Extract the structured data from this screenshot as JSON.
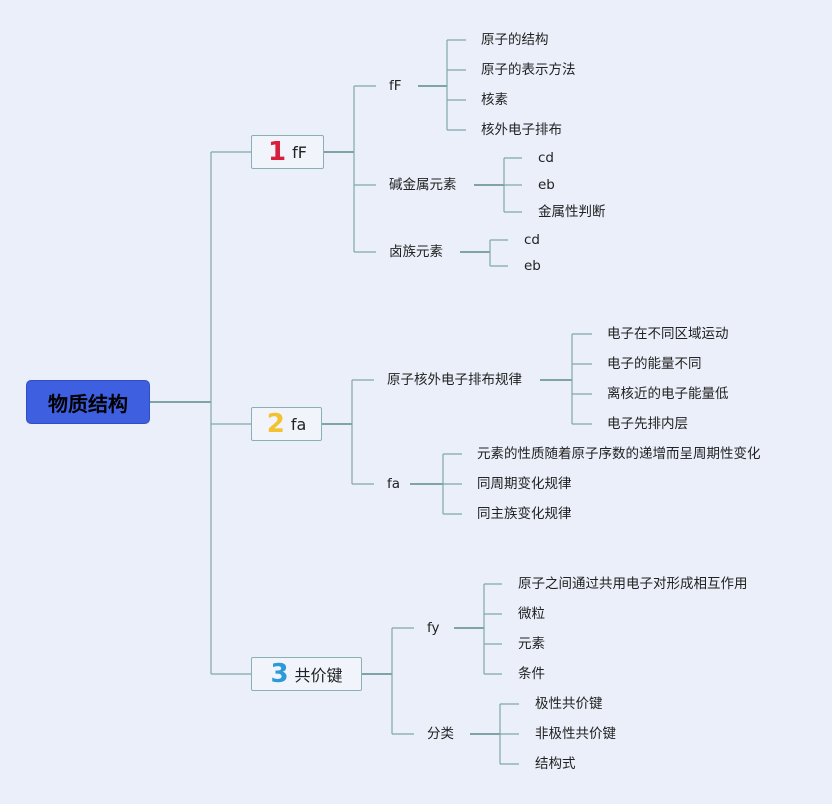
{
  "root": "物质结构",
  "branches": [
    {
      "number": "1",
      "number_color": "#d81e3c",
      "label": "fF",
      "children": [
        {
          "label": "fF",
          "items": [
            "原子的结构",
            "原子的表示方法",
            "核素",
            "核外电子排布"
          ]
        },
        {
          "label": "碱金属元素",
          "items": [
            "cd",
            "eb",
            "金属性判断"
          ]
        },
        {
          "label": "卤族元素",
          "items": [
            "cd",
            "eb"
          ]
        }
      ]
    },
    {
      "number": "2",
      "number_color": "#f2c230",
      "label": "fa",
      "children": [
        {
          "label": "原子核外电子排布规律",
          "items": [
            "电子在不同区域运动",
            "电子的能量不同",
            "离核近的电子能量低",
            "电子先排内层"
          ]
        },
        {
          "label": "fa",
          "items": [
            "元素的性质随着原子序数的递增而呈周期性变化",
            "同周期变化规律",
            "同主族变化规律"
          ]
        }
      ]
    },
    {
      "number": "3",
      "number_color": "#2a9ad8",
      "label": "共价键",
      "children": [
        {
          "label": "fy",
          "items": [
            "原子之间通过共用电子对形成相互作用",
            "微粒",
            "元素",
            "条件"
          ]
        },
        {
          "label": "分类",
          "items": [
            "极性共价键",
            "非极性共价键",
            "结构式"
          ]
        }
      ]
    }
  ]
}
